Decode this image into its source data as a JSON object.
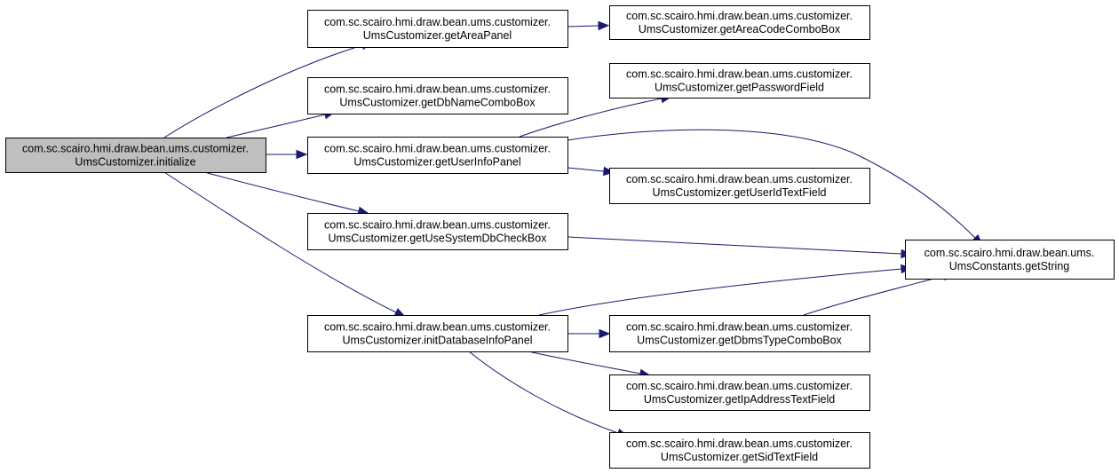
{
  "colors": {
    "edge": "#191970",
    "root_fill": "#bfbfbf",
    "node_fill": "#ffffff",
    "border": "#000000"
  },
  "nodes": [
    {
      "id": "initialize",
      "root": true,
      "lines": [
        "com.sc.scairo.hmi.draw.bean.ums.customizer.",
        "UmsCustomizer.initialize"
      ]
    },
    {
      "id": "getAreaPanel",
      "lines": [
        "com.sc.scairo.hmi.draw.bean.ums.customizer.",
        "UmsCustomizer.getAreaPanel"
      ]
    },
    {
      "id": "getDbNameComboBox",
      "lines": [
        "com.sc.scairo.hmi.draw.bean.ums.customizer.",
        "UmsCustomizer.getDbNameComboBox"
      ]
    },
    {
      "id": "getUserInfoPanel",
      "lines": [
        "com.sc.scairo.hmi.draw.bean.ums.customizer.",
        "UmsCustomizer.getUserInfoPanel"
      ]
    },
    {
      "id": "getUseSystemDbCheckBox",
      "lines": [
        "com.sc.scairo.hmi.draw.bean.ums.customizer.",
        "UmsCustomizer.getUseSystemDbCheckBox"
      ]
    },
    {
      "id": "initDatabaseInfoPanel",
      "lines": [
        "com.sc.scairo.hmi.draw.bean.ums.customizer.",
        "UmsCustomizer.initDatabaseInfoPanel"
      ]
    },
    {
      "id": "getAreaCodeComboBox",
      "lines": [
        "com.sc.scairo.hmi.draw.bean.ums.customizer.",
        "UmsCustomizer.getAreaCodeComboBox"
      ]
    },
    {
      "id": "getPasswordField",
      "lines": [
        "com.sc.scairo.hmi.draw.bean.ums.customizer.",
        "UmsCustomizer.getPasswordField"
      ]
    },
    {
      "id": "getUserIdTextField",
      "lines": [
        "com.sc.scairo.hmi.draw.bean.ums.customizer.",
        "UmsCustomizer.getUserIdTextField"
      ]
    },
    {
      "id": "getString",
      "lines": [
        "com.sc.scairo.hmi.draw.bean.ums.",
        "UmsConstants.getString"
      ]
    },
    {
      "id": "getDbmsTypeComboBox",
      "lines": [
        "com.sc.scairo.hmi.draw.bean.ums.customizer.",
        "UmsCustomizer.getDbmsTypeComboBox"
      ]
    },
    {
      "id": "getIpAddressTextField",
      "lines": [
        "com.sc.scairo.hmi.draw.bean.ums.customizer.",
        "UmsCustomizer.getIpAddressTextField"
      ]
    },
    {
      "id": "getSidTextField",
      "lines": [
        "com.sc.scairo.hmi.draw.bean.ums.customizer.",
        "UmsCustomizer.getSidTextField"
      ]
    }
  ],
  "edges": [
    {
      "from": "initialize",
      "to": "getAreaPanel"
    },
    {
      "from": "initialize",
      "to": "getDbNameComboBox"
    },
    {
      "from": "initialize",
      "to": "getUserInfoPanel"
    },
    {
      "from": "initialize",
      "to": "getUseSystemDbCheckBox"
    },
    {
      "from": "initialize",
      "to": "initDatabaseInfoPanel"
    },
    {
      "from": "getAreaPanel",
      "to": "getAreaCodeComboBox"
    },
    {
      "from": "getUserInfoPanel",
      "to": "getPasswordField"
    },
    {
      "from": "getUserInfoPanel",
      "to": "getUserIdTextField"
    },
    {
      "from": "getUserInfoPanel",
      "to": "getString"
    },
    {
      "from": "getUseSystemDbCheckBox",
      "to": "getString"
    },
    {
      "from": "initDatabaseInfoPanel",
      "to": "getString"
    },
    {
      "from": "initDatabaseInfoPanel",
      "to": "getDbmsTypeComboBox"
    },
    {
      "from": "initDatabaseInfoPanel",
      "to": "getIpAddressTextField"
    },
    {
      "from": "initDatabaseInfoPanel",
      "to": "getSidTextField"
    },
    {
      "from": "getDbmsTypeComboBox",
      "to": "getString"
    }
  ]
}
